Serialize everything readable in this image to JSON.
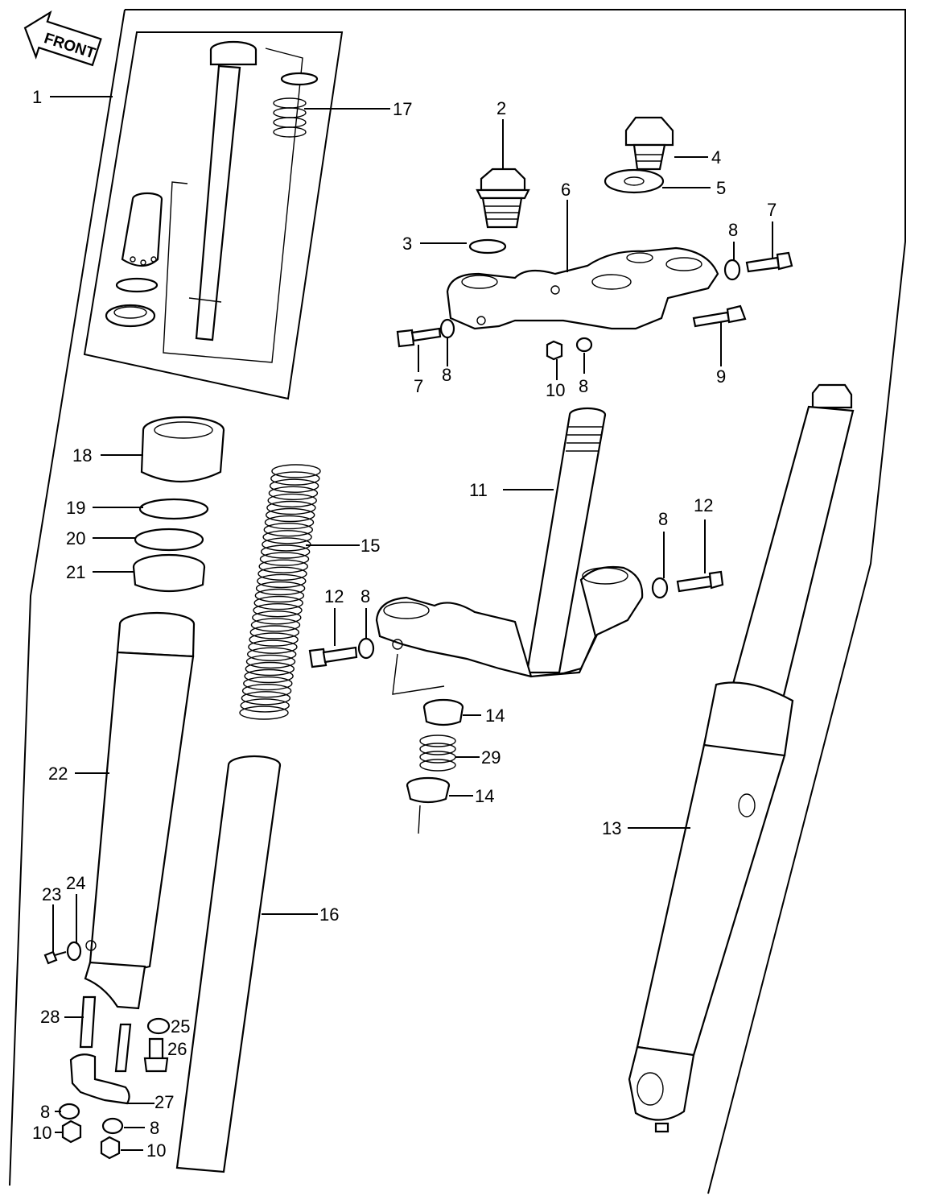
{
  "badge": {
    "text": "FRONT"
  },
  "callouts": [
    {
      "id": "c1",
      "text": "1"
    },
    {
      "id": "c2",
      "text": "2"
    },
    {
      "id": "c3",
      "text": "3"
    },
    {
      "id": "c4",
      "text": "4"
    },
    {
      "id": "c5",
      "text": "5"
    },
    {
      "id": "c6",
      "text": "6"
    },
    {
      "id": "c7a",
      "text": "7"
    },
    {
      "id": "c7b",
      "text": "7"
    },
    {
      "id": "c8a",
      "text": "8"
    },
    {
      "id": "c8b",
      "text": "8"
    },
    {
      "id": "c8c",
      "text": "8"
    },
    {
      "id": "c8d",
      "text": "8"
    },
    {
      "id": "c8e",
      "text": "8"
    },
    {
      "id": "c8f",
      "text": "8"
    },
    {
      "id": "c8g",
      "text": "8"
    },
    {
      "id": "c9",
      "text": "9"
    },
    {
      "id": "c10a",
      "text": "10"
    },
    {
      "id": "c10b",
      "text": "10"
    },
    {
      "id": "c10c",
      "text": "10"
    },
    {
      "id": "c11",
      "text": "11"
    },
    {
      "id": "c12a",
      "text": "12"
    },
    {
      "id": "c12b",
      "text": "12"
    },
    {
      "id": "c13",
      "text": "13"
    },
    {
      "id": "c14a",
      "text": "14"
    },
    {
      "id": "c14b",
      "text": "14"
    },
    {
      "id": "c15",
      "text": "15"
    },
    {
      "id": "c16",
      "text": "16"
    },
    {
      "id": "c17",
      "text": "17"
    },
    {
      "id": "c18",
      "text": "18"
    },
    {
      "id": "c19",
      "text": "19"
    },
    {
      "id": "c20",
      "text": "20"
    },
    {
      "id": "c21",
      "text": "21"
    },
    {
      "id": "c22",
      "text": "22"
    },
    {
      "id": "c23",
      "text": "23"
    },
    {
      "id": "c24",
      "text": "24"
    },
    {
      "id": "c25",
      "text": "25"
    },
    {
      "id": "c26",
      "text": "26"
    },
    {
      "id": "c27",
      "text": "27"
    },
    {
      "id": "c28",
      "text": "28"
    },
    {
      "id": "c29",
      "text": "29"
    }
  ]
}
